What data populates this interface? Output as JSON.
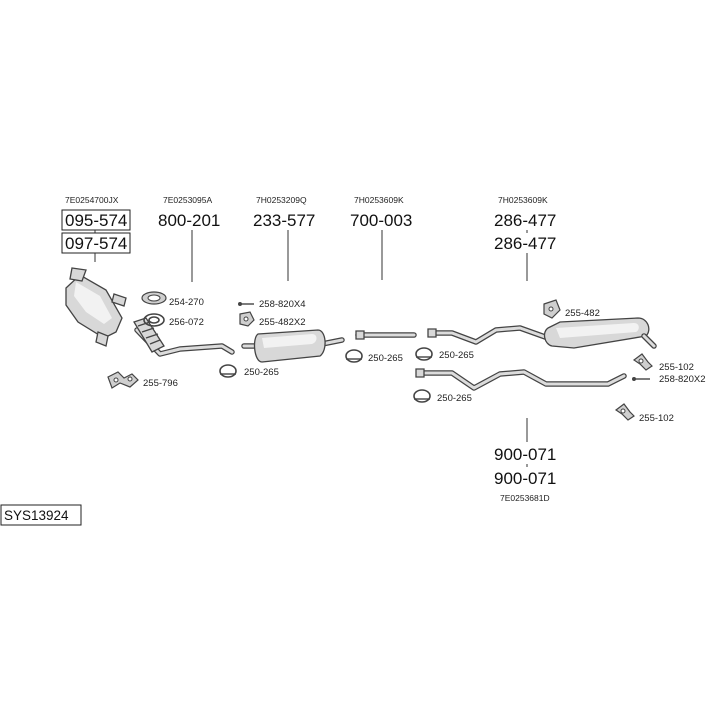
{
  "system": {
    "code": "SYS13924"
  },
  "parts": [
    {
      "oem": "7E0254700JX",
      "numbers": [
        "095-574",
        "097-574"
      ]
    },
    {
      "oem": "7E0253095A",
      "numbers": [
        "800-201"
      ]
    },
    {
      "oem": "7H0253209Q",
      "numbers": [
        "233-577"
      ]
    },
    {
      "oem": "7H0253609K",
      "numbers": [
        "700-003"
      ]
    },
    {
      "oem": "7H0253609K",
      "numbers": [
        "286-477",
        "286-477"
      ]
    },
    {
      "oem": "7E0253681D",
      "numbers": [
        "900-071",
        "900-071"
      ]
    }
  ],
  "accessories": [
    "254-270",
    "256-072",
    "255-796",
    "258-820X4",
    "255-482X2",
    "250-265",
    "250-265",
    "250-265",
    "250-265",
    "255-482",
    "255-102",
    "258-820X2",
    "255-102"
  ],
  "colors": {
    "line": "#444444",
    "part_fill": "#d8d8d8",
    "text": "#111111"
  }
}
